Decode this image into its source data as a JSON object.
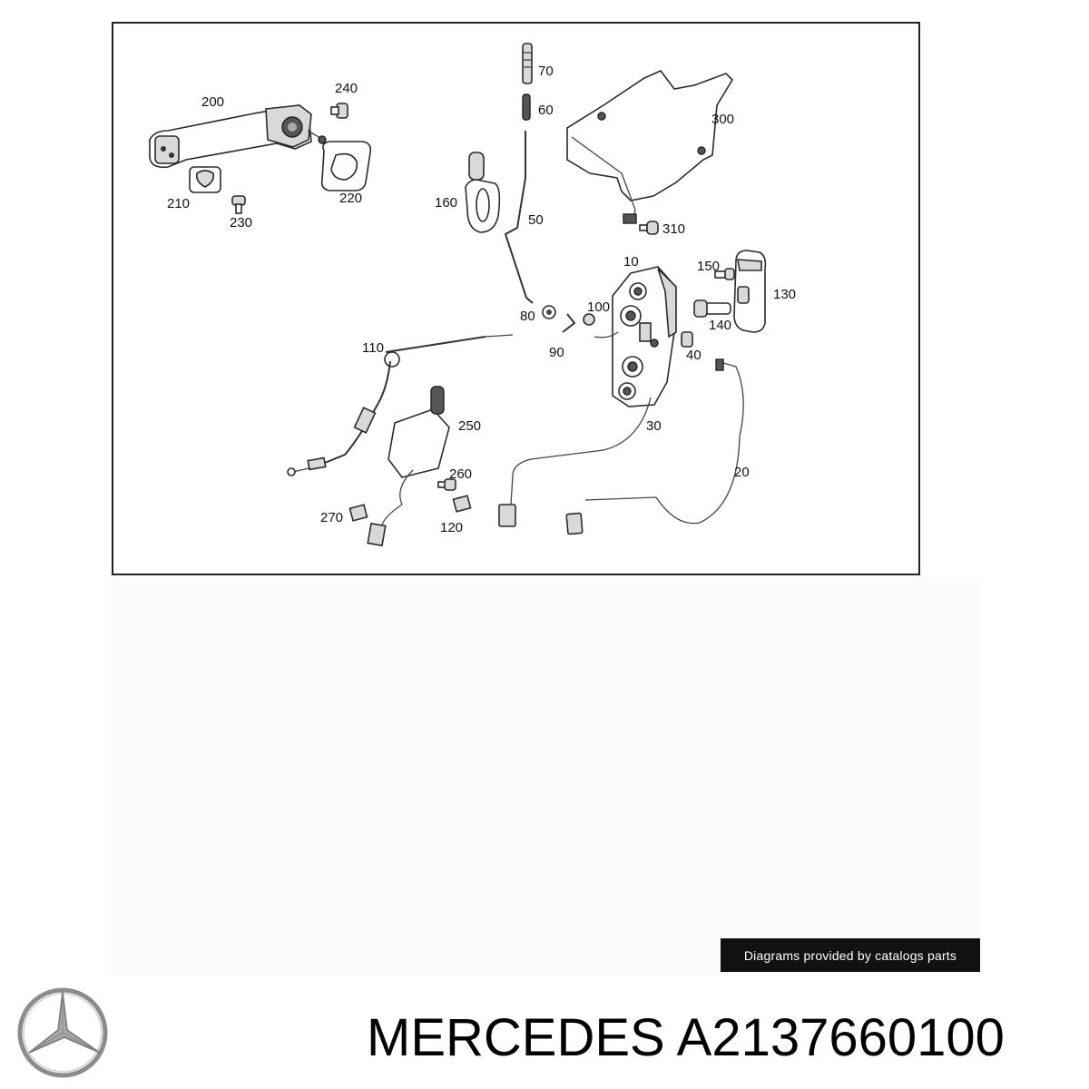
{
  "diagram": {
    "callouts": [
      {
        "id": "label-200",
        "text": "200"
      },
      {
        "id": "label-240",
        "text": "240"
      },
      {
        "id": "label-210",
        "text": "210"
      },
      {
        "id": "label-230",
        "text": "230"
      },
      {
        "id": "label-220",
        "text": "220"
      },
      {
        "id": "label-70",
        "text": "70"
      },
      {
        "id": "label-60",
        "text": "60"
      },
      {
        "id": "label-160",
        "text": "160"
      },
      {
        "id": "label-50",
        "text": "50"
      },
      {
        "id": "label-300",
        "text": "300"
      },
      {
        "id": "label-310",
        "text": "310"
      },
      {
        "id": "label-10",
        "text": "10"
      },
      {
        "id": "label-150",
        "text": "150"
      },
      {
        "id": "label-130",
        "text": "130"
      },
      {
        "id": "label-140",
        "text": "140"
      },
      {
        "id": "label-100",
        "text": "100"
      },
      {
        "id": "label-80",
        "text": "80"
      },
      {
        "id": "label-90",
        "text": "90"
      },
      {
        "id": "label-40",
        "text": "40"
      },
      {
        "id": "label-110",
        "text": "110"
      },
      {
        "id": "label-30",
        "text": "30"
      },
      {
        "id": "label-250",
        "text": "250"
      },
      {
        "id": "label-260",
        "text": "260"
      },
      {
        "id": "label-20",
        "text": "20"
      },
      {
        "id": "label-270",
        "text": "270"
      },
      {
        "id": "label-120",
        "text": "120"
      }
    ]
  },
  "credit": {
    "text": "Diagrams provided by catalogs parts"
  },
  "brand": {
    "line": "MERCEDES A2137660100",
    "logo_icon": "mercedes-star-icon"
  },
  "colors": {
    "banner_bg": "#111111",
    "banner_text": "#ffffff",
    "ink": "#222222"
  }
}
